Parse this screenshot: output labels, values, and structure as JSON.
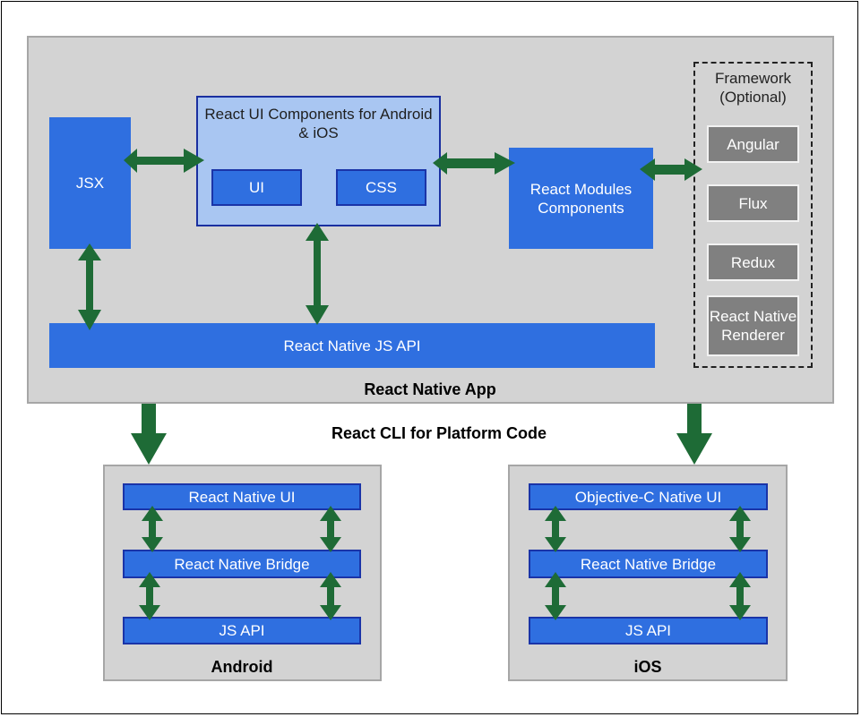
{
  "app": {
    "label": "React Native App",
    "jsx": "JSX",
    "ui_components": {
      "title": "React UI Components for Android & iOS",
      "ui": "UI",
      "css": "CSS"
    },
    "modules": "React Modules Components",
    "js_api": "React Native JS API",
    "framework": {
      "title": "Framework (Optional)",
      "items": [
        "Angular",
        "Flux",
        "Redux",
        "React Native Renderer"
      ]
    }
  },
  "cli_label": "React CLI for Platform Code",
  "android": {
    "label": "Android",
    "ui": "React Native UI",
    "bridge": "React Native Bridge",
    "api": "JS API"
  },
  "ios": {
    "label": "iOS",
    "ui": "Objective-C Native UI",
    "bridge": "React Native Bridge",
    "api": "JS API"
  },
  "colors": {
    "panel": "#d3d3d3",
    "blue": "#2f6fe0",
    "light_blue": "#a9c6f2",
    "gray_box": "#808080",
    "arrow": "#1e6b36"
  }
}
